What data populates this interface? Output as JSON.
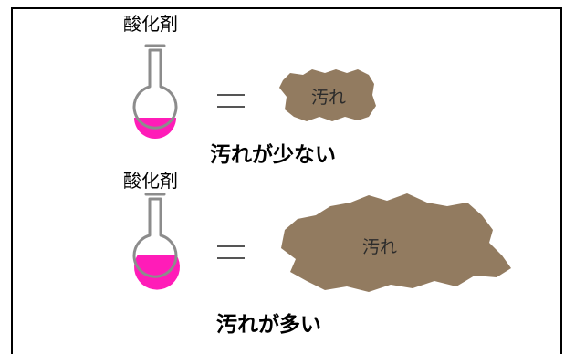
{
  "colors": {
    "reagent": "#ff1cb8",
    "dirt": "#927b60",
    "flask_outline": "#8c8c8c",
    "frame": "#000000"
  },
  "panels": [
    {
      "reagent_label": "酸化剤",
      "dirt_label": "汚れ",
      "caption": "汚れが少ない",
      "reagent_level": "low"
    },
    {
      "reagent_label": "酸化剤",
      "dirt_label": "汚れ",
      "caption": "汚れが多い",
      "reagent_level": "high"
    }
  ]
}
